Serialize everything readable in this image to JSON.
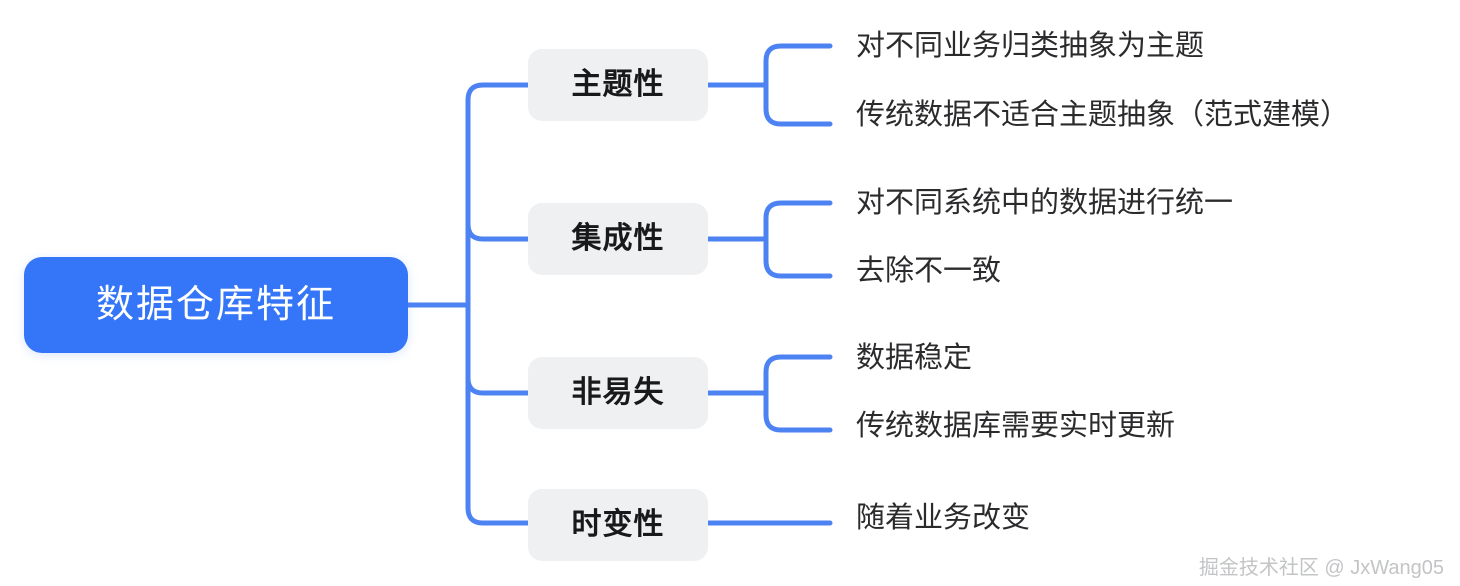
{
  "diagram": {
    "type": "mindmap",
    "orientation": "left-to-right",
    "colors": {
      "root_fill": "#3575f7",
      "root_text": "#ffffff",
      "branch_fill": "#eef0f2",
      "branch_text": "#18191b",
      "leaf_text": "#2b2b2d",
      "connector": "#4d82f3",
      "background": "#ffffff",
      "watermark_text": "#c3c4c6"
    },
    "root": {
      "label": "数据仓库特征"
    },
    "branches": [
      {
        "label": "主题性",
        "leaves": [
          "对不同业务归类抽象为主题",
          "传统数据不适合主题抽象（范式建模）"
        ]
      },
      {
        "label": "集成性",
        "leaves": [
          "对不同系统中的数据进行统一",
          "去除不一致"
        ]
      },
      {
        "label": "非易失",
        "leaves": [
          "数据稳定",
          "传统数据库需要实时更新"
        ]
      },
      {
        "label": "时变性",
        "leaves": [
          "随着业务改变"
        ]
      }
    ]
  },
  "watermark": {
    "text": "掘金技术社区 @ JxWang05"
  }
}
